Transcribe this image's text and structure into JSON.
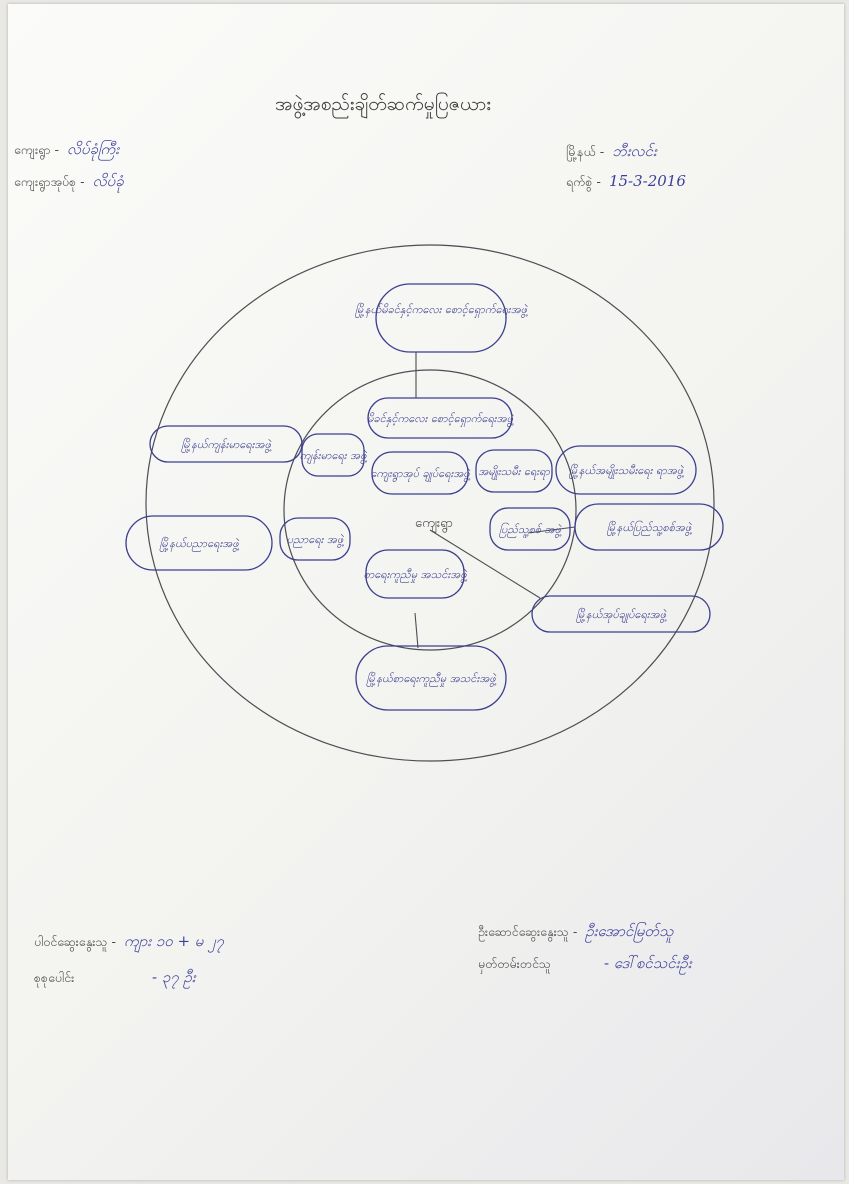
{
  "header": {
    "title": "အဖွဲ့အစည်းချိတ်ဆက်မှုပြဇယား"
  },
  "meta": {
    "village_label": "ကျေးရွာ -",
    "village_value": "လိပ်ခုံကြီး",
    "village_tract_label": "ကျေးရွာအုပ်စု -",
    "village_tract_value": "လိပ်ခုံ",
    "township_label": "မြို့နယ် -",
    "township_value": "ဘီးလင်း",
    "date_label": "ရက်စွဲ -",
    "date_value": "15-3-2016"
  },
  "diagram": {
    "center": "ကျေးရွာ",
    "inner_nodes": [
      "မိခင်နှင့်ကလေး စောင့်ရှောက်ရေးအဖွဲ့",
      "ကျန်းမာရေး အဖွဲ့",
      "ကျေးရွာအုပ် ချုပ်ရေးအဖွဲ့",
      "အမျိုးသမီး ရေးရာ",
      "ပြည်သူ့စစ် အဖွဲ့",
      "ပညာရေး အဖွဲ့",
      "စာရေးကူညီမှု အသင်းအဖွဲ့"
    ],
    "outer_nodes": [
      "မြို့နယ်မိခင်နှင့်ကလေး စောင့်ရှောက်ရေးအဖွဲ့",
      "မြို့နယ်ကျန်းမာရေးအဖွဲ့",
      "မြို့နယ်အမျိုးသမီးရေး ရာအဖွဲ့",
      "မြို့နယ်ပညာရေးအဖွဲ့",
      "မြို့နယ်ပြည်သူ့စစ်အဖွဲ့",
      "မြို့နယ်အုပ်ချုပ်ရေးအဖွဲ့",
      "မြို့နယ်စာရေးကူညီမှု အသင်းအဖွဲ့"
    ]
  },
  "footer": {
    "participants_label": "ပါဝင်ဆွေးနွေးသူ -",
    "participants_value": "ကျား ၁၀ + မ ၂၇",
    "total_label": "စုစုပေါင်း",
    "total_value": "- ၃၇ ဦး",
    "facilitator_label": "ဦးဆောင်ဆွေးနွေးသူ -",
    "facilitator_value": "ဦးအောင်မြတ်သူ",
    "recorder_label": "မှတ်တမ်းတင်သူ",
    "recorder_value": "- ဒေါ်စင်သင်းဦး"
  },
  "colors": {
    "ink_blue": "#3c3f8f",
    "pencil": "#555555"
  }
}
